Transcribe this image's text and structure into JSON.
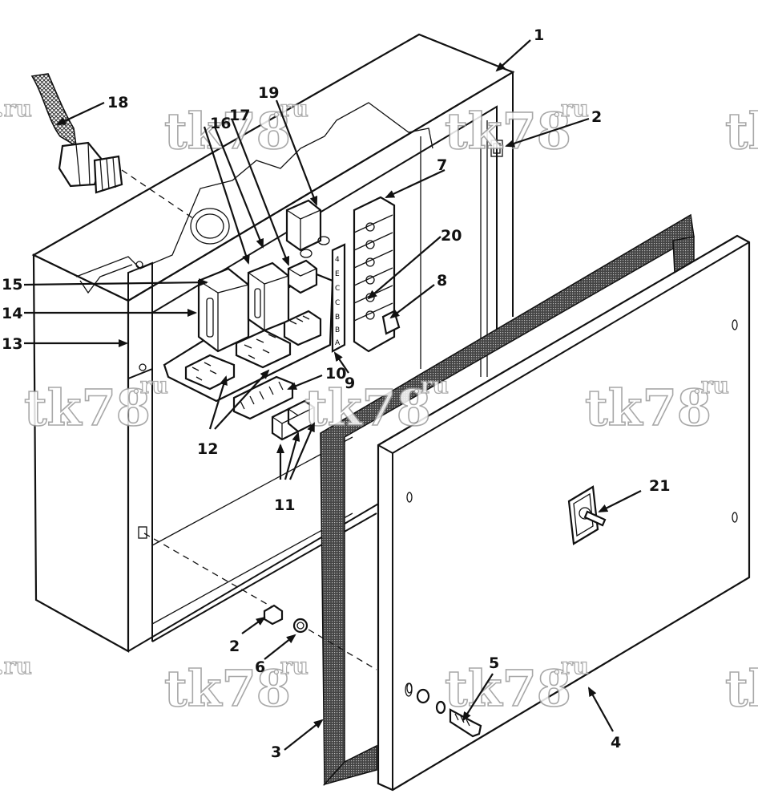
{
  "watermark": {
    "text": "tk78",
    "suffix": ".ru"
  },
  "callouts": {
    "c1": "1",
    "c2a": "2",
    "c2b": "2",
    "c3": "3",
    "c4": "4",
    "c5": "5",
    "c6": "6",
    "c7": "7",
    "c8": "8",
    "c9": "9",
    "c10": "10",
    "c11": "11",
    "c12": "12",
    "c13": "13",
    "c14": "14",
    "c15": "15",
    "c16": "16",
    "c17": "17",
    "c18": "18",
    "c19": "19",
    "c20": "20",
    "c21": "21"
  },
  "terminal_strip_marks": [
    "4",
    "E",
    "C",
    "C",
    "B",
    "B",
    "A"
  ]
}
